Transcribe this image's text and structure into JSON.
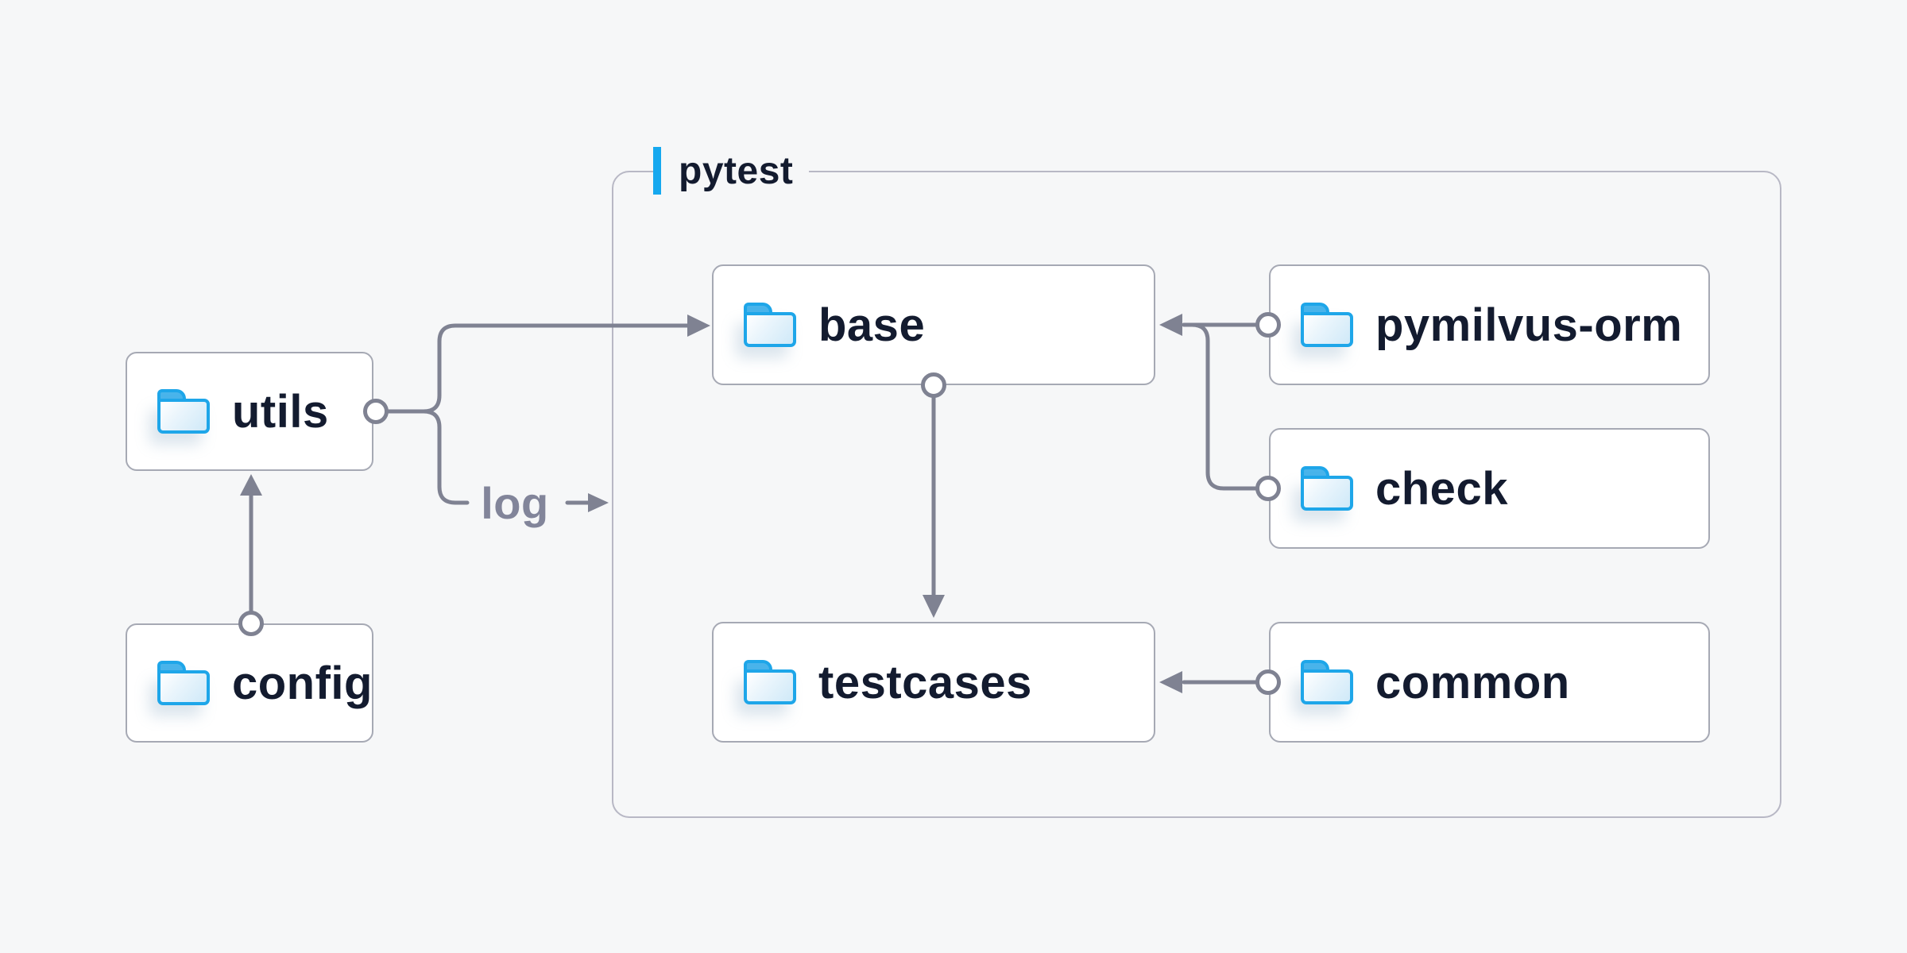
{
  "diagram": {
    "group": {
      "label": "pytest"
    },
    "nodes": {
      "utils": {
        "label": "utils",
        "icon": "folder-icon"
      },
      "config": {
        "label": "config",
        "icon": "folder-icon"
      },
      "base": {
        "label": "base",
        "icon": "folder-icon"
      },
      "testcases": {
        "label": "testcases",
        "icon": "folder-icon"
      },
      "pymilvus_orm": {
        "label": "pymilvus-orm",
        "icon": "folder-icon"
      },
      "check": {
        "label": "check",
        "icon": "folder-icon"
      },
      "common": {
        "label": "common",
        "icon": "folder-icon"
      }
    },
    "edge_label": {
      "log": "log"
    },
    "edges": [
      {
        "from": "config",
        "to": "utils"
      },
      {
        "from": "utils",
        "to": "base"
      },
      {
        "from": "utils",
        "to": "pytest-group",
        "label": "log"
      },
      {
        "from": "pymilvus-orm",
        "to": "base"
      },
      {
        "from": "check",
        "to": "base"
      },
      {
        "from": "base",
        "to": "testcases"
      },
      {
        "from": "common",
        "to": "testcases"
      }
    ],
    "colors": {
      "background": "#f6f7f8",
      "node_background": "#ffffff",
      "node_border": "#a6a9b4",
      "group_border": "#b8b8c5",
      "connector": "#7f8292",
      "label_text": "#131b2f",
      "muted_text": "#82859a",
      "accent_blue": "#15a8ef",
      "folder_blue": "#1ea6e9"
    }
  }
}
